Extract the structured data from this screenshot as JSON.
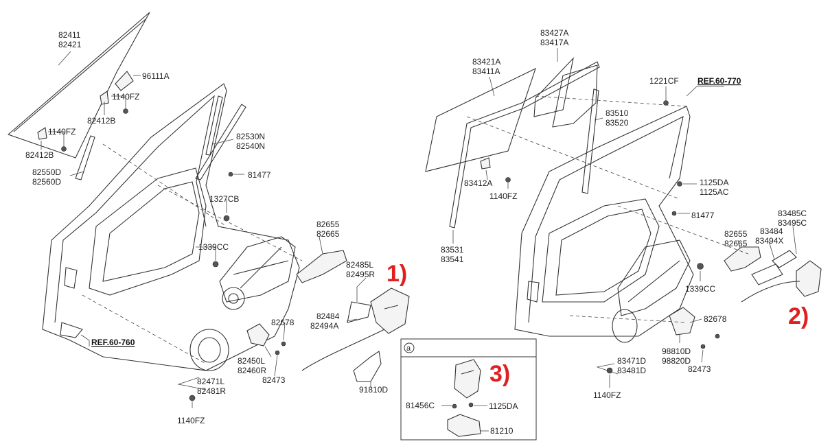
{
  "labels": {
    "p82411": "82411",
    "p82421": "82421",
    "p96111A": "96111A",
    "p1140FZ_a": "1140FZ",
    "p82412B_a": "82412B",
    "p1140FZ_b": "1140FZ",
    "p82412B_b": "82412B",
    "p82550D": "82550D",
    "p82560D": "82560D",
    "p82530N": "82530N",
    "p82540N": "82540N",
    "p81477_a": "81477",
    "p1327CB": "1327CB",
    "p1339CC_a": "1339CC",
    "p82655_a": "82655",
    "p82665_a": "82665",
    "p82485L": "82485L",
    "p82495R": "82495R",
    "p82484": "82484",
    "p82494A": "82494A",
    "p82678_a": "82678",
    "p82450L": "82450L",
    "p82460R": "82460R",
    "p82473_a": "82473",
    "p82471L": "82471L",
    "p82481R": "82481R",
    "p1140FZ_c": "1140FZ",
    "p91810D": "91810D",
    "ref760": "REF.60-760",
    "p83427A": "83427A",
    "p83417A": "83417A",
    "p83421A": "83421A",
    "p83411A": "83411A",
    "p1221CF": "1221CF",
    "ref770": "REF.60-770",
    "p83510": "83510",
    "p83520": "83520",
    "p83412A": "83412A",
    "p1140FZ_d": "1140FZ",
    "p1125DA_a": "1125DA",
    "p1125AC": "1125AC",
    "p81477_b": "81477",
    "p83485C": "83485C",
    "p83495C": "83495C",
    "p82655_b": "82655",
    "p82665_b": "82665",
    "p83484": "83484",
    "p83494X": "83494X",
    "p83531": "83531",
    "p83541": "83541",
    "p1339CC_b": "1339CC",
    "p82678_b": "82678",
    "p98810D": "98810D",
    "p98820D": "98820D",
    "p82473_b": "82473",
    "p83471D": "83471D",
    "p83481D": "83481D",
    "p1140FZ_e": "1140FZ",
    "inset_marker": "a",
    "p81456C": "81456C",
    "p1125DA_b": "1125DA",
    "p81210": "81210"
  },
  "callouts": {
    "c1": "1)",
    "c2": "2)",
    "c3": "3)"
  },
  "colors": {
    "callout": "#e02020",
    "line": "#333333"
  }
}
